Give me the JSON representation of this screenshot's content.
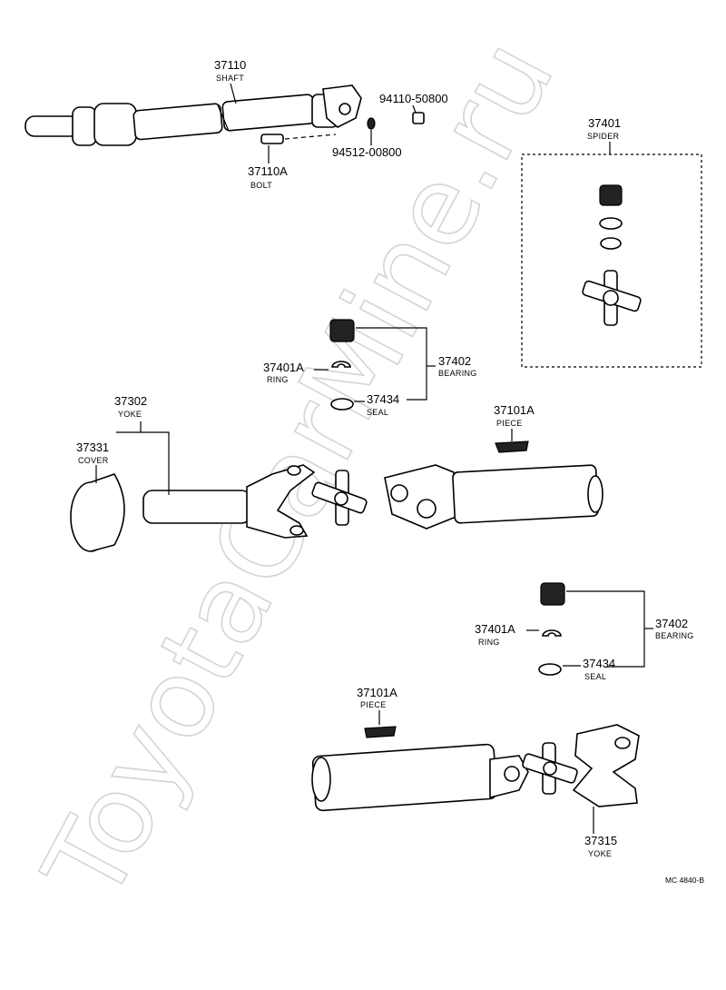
{
  "watermark": "ToyotaCarMine.ru",
  "drawing_code": "MC 4840-B",
  "labels": {
    "shaft": {
      "number": "37110",
      "name": "SHAFT"
    },
    "nut": {
      "number": "94110-50800",
      "name": ""
    },
    "washer": {
      "number": "94512-00800",
      "name": ""
    },
    "bolt": {
      "number": "37110A",
      "name": "BOLT"
    },
    "spider": {
      "number": "37401",
      "name": "SPIDER"
    },
    "ring_1": {
      "number": "37401A",
      "name": "RING"
    },
    "bearing_1": {
      "number": "37402",
      "name": "BEARING"
    },
    "seal_1": {
      "number": "37434",
      "name": "SEAL"
    },
    "yoke_front": {
      "number": "37302",
      "name": "YOKE"
    },
    "cover": {
      "number": "37331",
      "name": "COVER"
    },
    "piece_1": {
      "number": "37101A",
      "name": "PIECE"
    },
    "ring_2": {
      "number": "37401A",
      "name": "RING"
    },
    "bearing_2": {
      "number": "37402",
      "name": "BEARING"
    },
    "seal_2": {
      "number": "37434",
      "name": "SEAL"
    },
    "piece_2": {
      "number": "37101A",
      "name": "PIECE"
    },
    "yoke_rear": {
      "number": "37315",
      "name": "YOKE"
    }
  }
}
